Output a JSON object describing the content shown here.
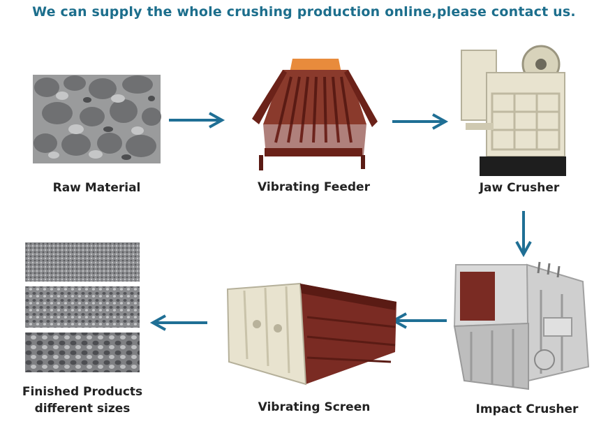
{
  "headline": "We can supply the whole crushing production online,please contact us.",
  "colors": {
    "headline": "#1c6e8c",
    "arrow": "#1f6f95",
    "machine_red": "#7a2b23",
    "machine_cream": "#e8e3cf",
    "stone_gray": "#8e8f92"
  },
  "steps": [
    {
      "label": "Raw Material",
      "icon": "rock-pile-photo"
    },
    {
      "label": "Vibrating Feeder",
      "icon": "vibrating-feeder-machine"
    },
    {
      "label": "Jaw Crusher",
      "icon": "jaw-crusher-machine"
    },
    {
      "label": "Impact Crusher",
      "icon": "impact-crusher-machine"
    },
    {
      "label": "Vibrating Screen",
      "icon": "vibrating-screen-machine"
    },
    {
      "label_line1": "Finished Products",
      "label_line2": "different sizes",
      "icon": "gravel-samples-photo"
    }
  ]
}
